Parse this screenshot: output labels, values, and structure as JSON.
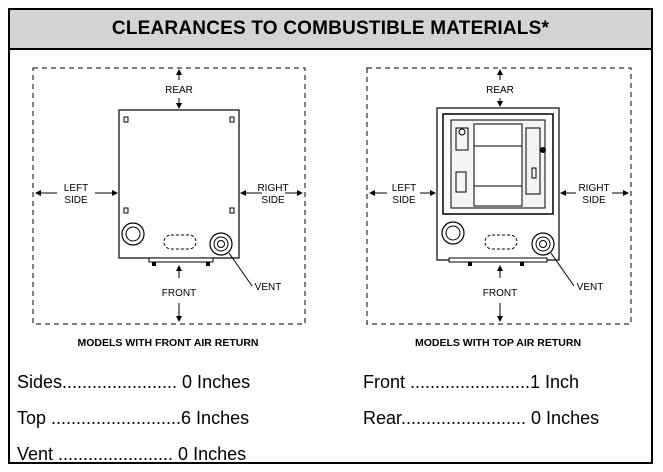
{
  "header": {
    "title": "CLEARANCES TO COMBUSTIBLE MATERIALS*"
  },
  "diagram_left": {
    "rear": "REAR",
    "left": [
      "LEFT",
      "SIDE"
    ],
    "right": [
      "RIGHT",
      "SIDE"
    ],
    "front": "FRONT",
    "vent": "VENT",
    "caption": "MODELS WITH FRONT AIR RETURN"
  },
  "diagram_right": {
    "rear": "REAR",
    "left": [
      "LEFT",
      "SIDE"
    ],
    "right": [
      "RIGHT",
      "SIDE"
    ],
    "front": "FRONT",
    "vent": "VENT",
    "caption": "MODELS WITH TOP AIR RETURN"
  },
  "specs": [
    {
      "text": "Sides....................... 0 Inches"
    },
    {
      "text": "Top ..........................6 Inches"
    },
    {
      "text": "Vent ....................... 0 Inches"
    },
    {
      "text": "Front ........................1 Inch"
    },
    {
      "text": "Rear......................... 0 Inches"
    }
  ]
}
